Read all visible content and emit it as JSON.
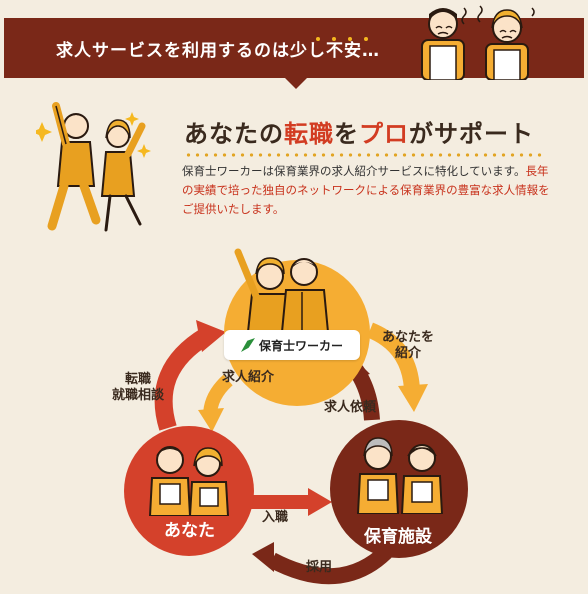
{
  "banner": {
    "text": "求人サービスを利用するのは少し不安…"
  },
  "headline": {
    "part1": "あなたの",
    "part2": "転職",
    "part3": "を",
    "part4": "プロ",
    "part5": "がサポート"
  },
  "intro": {
    "normal": "保育士ワーカーは保育業界の求人紹介サービスに特化しています。",
    "highlight": "長年の実績で培った独自のネットワークによる保育業界の豊富な求人情報をご提供いたします。"
  },
  "diagram": {
    "logo_text": "保育士ワーカー",
    "you_label": "あなた",
    "facility_label": "保育施設",
    "flows": {
      "job_intro": "求人紹介",
      "consult_line1": "転職",
      "consult_line2": "就職相談",
      "introduce_line1": "あなたを",
      "introduce_line2": "紹介",
      "job_request": "求人依頼",
      "join": "入職",
      "hire": "採用"
    }
  },
  "colors": {
    "banner": "#7a2818",
    "accent_red": "#d23c22",
    "orange": "#f5ad33",
    "you_red": "#d4412b",
    "facility_brown": "#7a2818",
    "background": "#f4ede0"
  }
}
